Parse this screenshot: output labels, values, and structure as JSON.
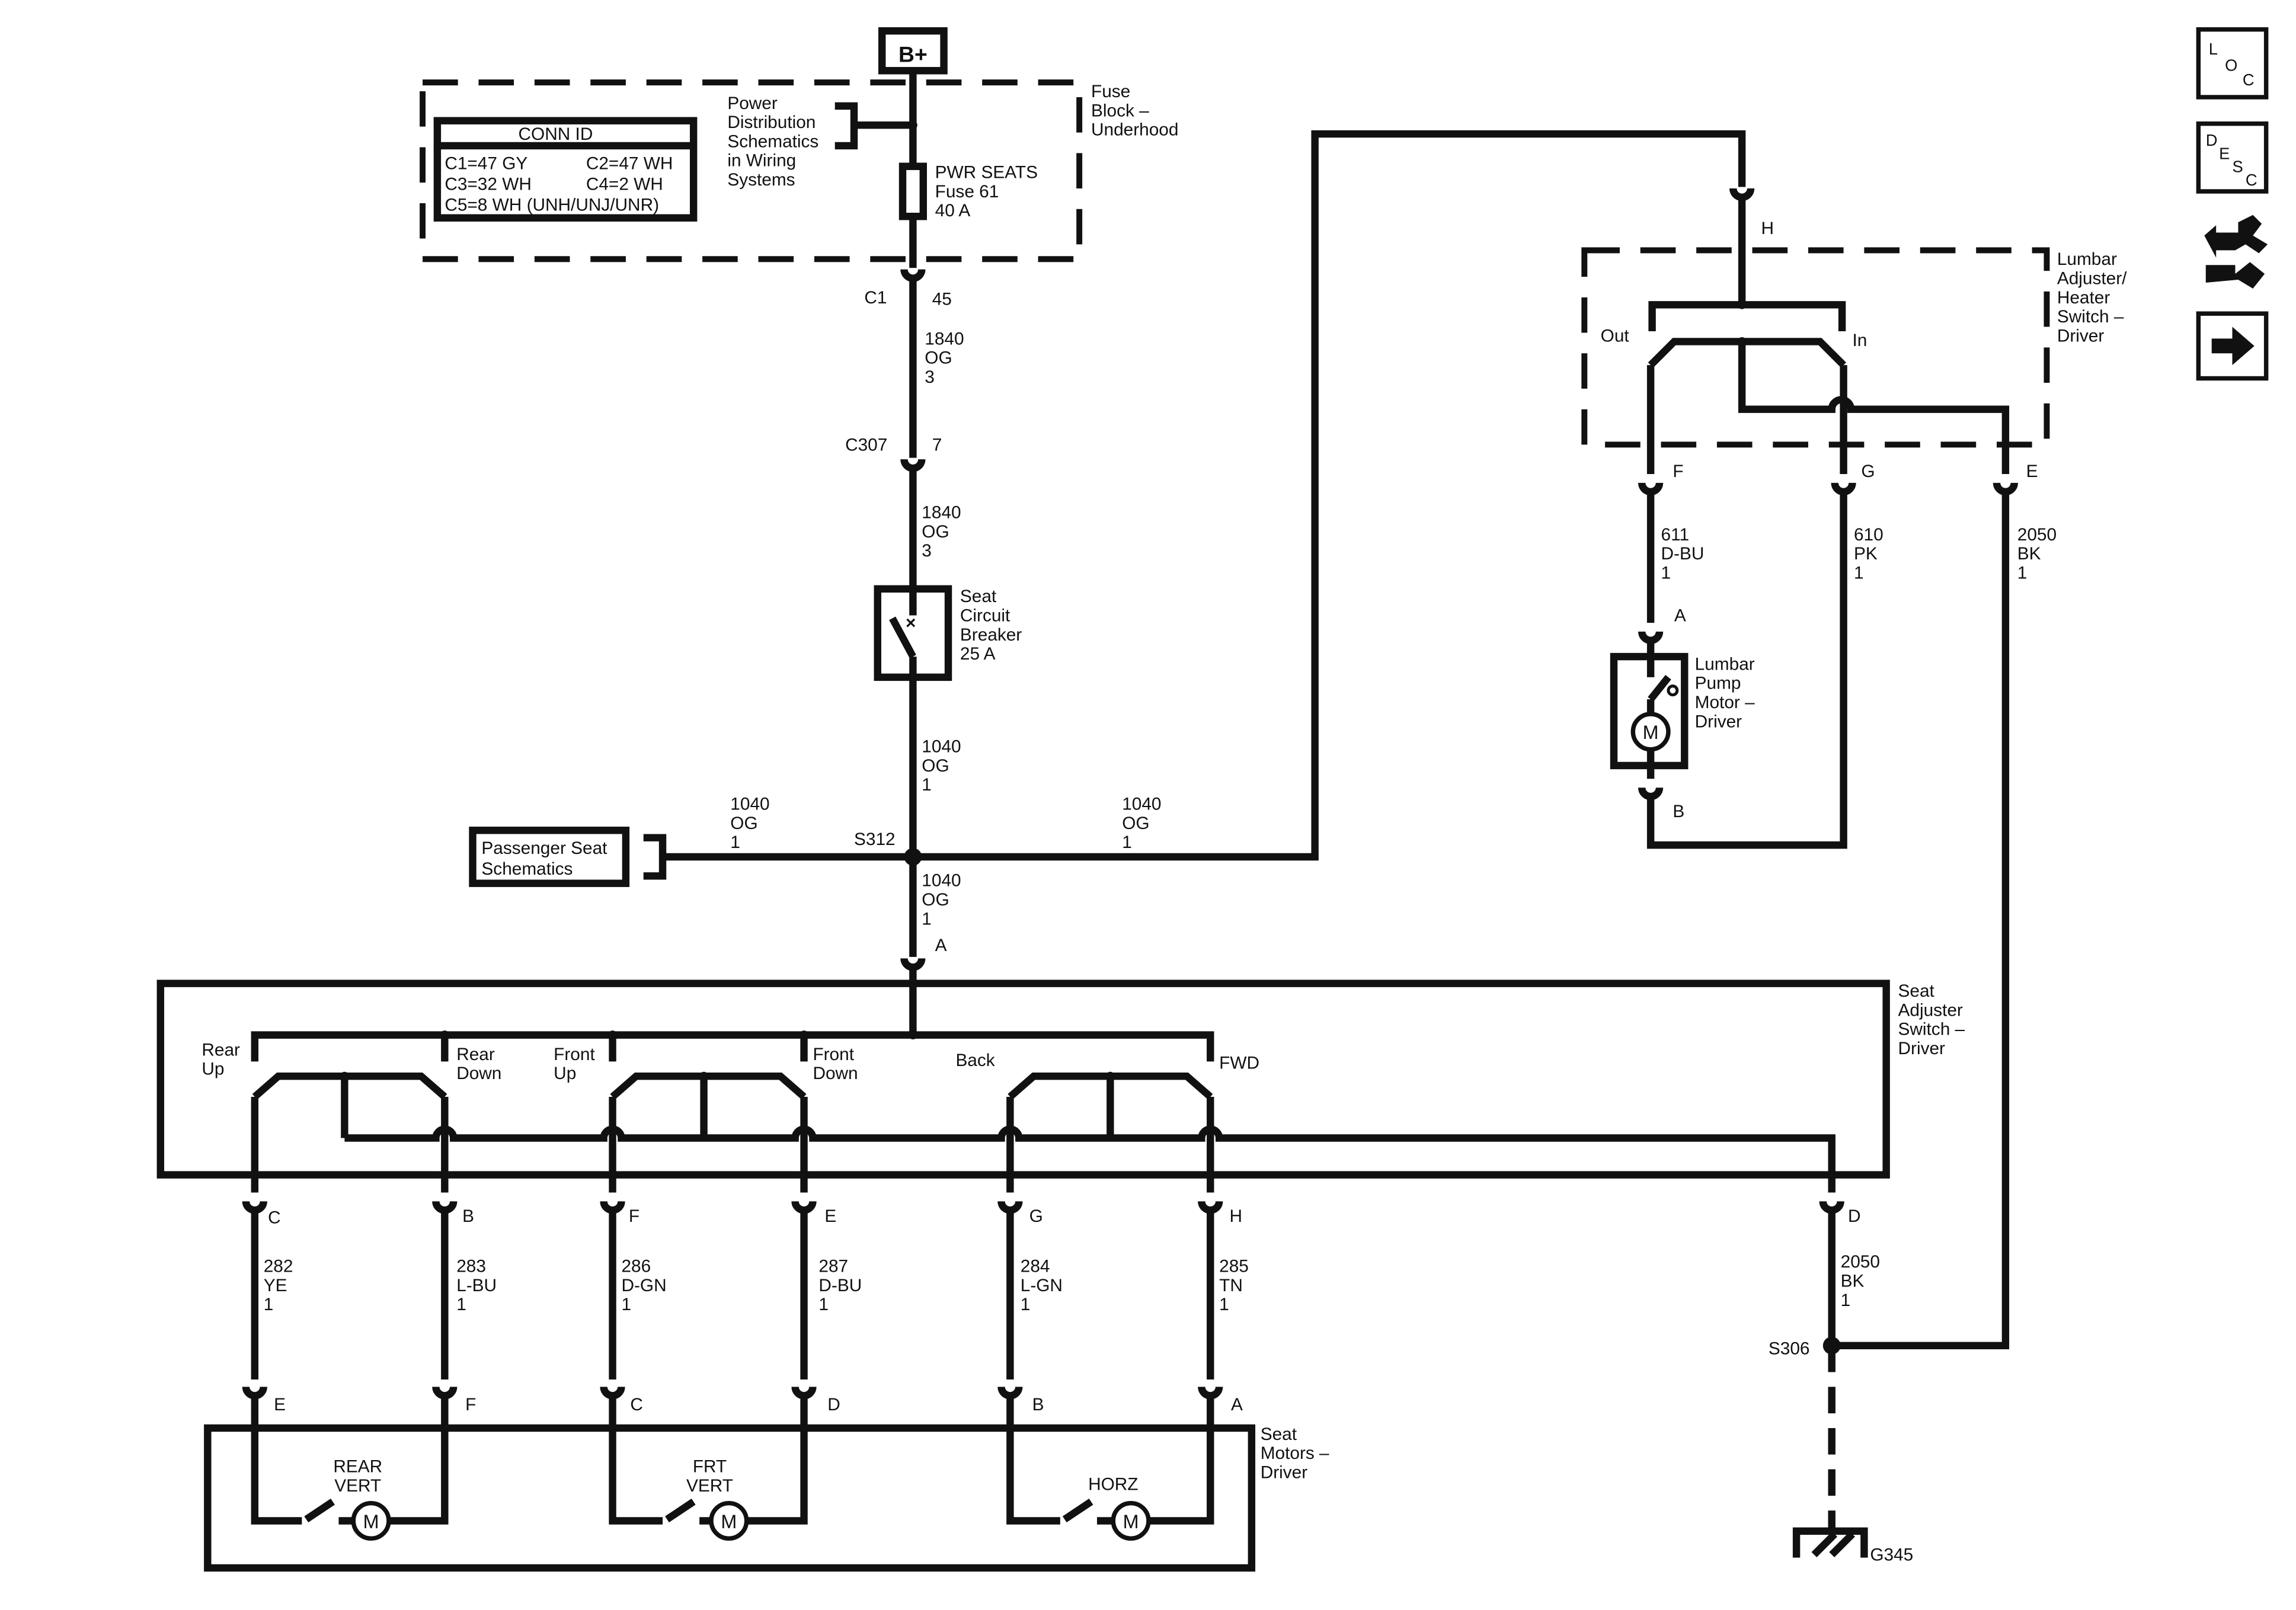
{
  "power": {
    "label": "B+"
  },
  "fuse_block": {
    "label": [
      "Fuse",
      "Block –",
      "Underhood"
    ],
    "conn_id_title": "CONN ID",
    "conn_id_rows": [
      "C1=47 GY",
      "C2=47 WH",
      "C3=32 WH",
      "C4=2 WH",
      "C5=8 WH (UNH/UNJ/UNR)"
    ],
    "power_dist_ref": [
      "Power",
      "Distribution",
      "Schematics",
      "in Wiring",
      "Systems"
    ],
    "fuse": [
      "PWR SEATS",
      "Fuse 61",
      "40 A"
    ]
  },
  "breaker": {
    "label": [
      "Seat",
      "Circuit",
      "Breaker",
      "25 A"
    ]
  },
  "passenger_ref": [
    "Passenger Seat",
    "Schematics"
  ],
  "lumbar_switch": {
    "label": [
      "Lumbar",
      "Adjuster/",
      "Heater",
      "Switch –",
      "Driver"
    ],
    "out_label": "Out",
    "in_label": "In"
  },
  "lumbar_motor": {
    "label": [
      "Lumbar",
      "Pump",
      "Motor –",
      "Driver"
    ]
  },
  "seat_switch": {
    "label": [
      "Seat",
      "Adjuster",
      "Switch –",
      "Driver"
    ],
    "positions": {
      "rear_up": [
        "Rear",
        "Up"
      ],
      "rear_down": [
        "Rear",
        "Down"
      ],
      "front_up": [
        "Front",
        "Up"
      ],
      "front_down": [
        "Front",
        "Down"
      ],
      "back": "Back",
      "fwd": "FWD"
    }
  },
  "seat_motors": {
    "label": [
      "Seat",
      "Motors –",
      "Driver"
    ],
    "rear_vert": [
      "REAR",
      "VERT"
    ],
    "frt_vert": [
      "FRT",
      "VERT"
    ],
    "horz": "HORZ",
    "motor_symbol": "M"
  },
  "connectors": {
    "c1": "C1",
    "c1_pin": "45",
    "c307": "C307",
    "c307_pin": "7",
    "s312": "S312",
    "s306": "S306",
    "g345": "G345",
    "lumbar_h": "H",
    "lumbar_f": "F",
    "lumbar_g": "G",
    "lumbar_e": "E",
    "motor_a": "A",
    "motor_b": "B",
    "switch_a": "A",
    "sw_c": "C",
    "sw_b": "B",
    "sw_f": "F",
    "sw_e": "E",
    "sw_g": "G",
    "sw_h": "H",
    "sw_d": "D",
    "mot_e": "E",
    "mot_f": "F",
    "mot_c": "C",
    "mot_d": "D",
    "mot_b": "B",
    "mot_a": "A"
  },
  "wires": {
    "w1840a": [
      "1840",
      "OG",
      "3"
    ],
    "w1840b": [
      "1840",
      "OG",
      "3"
    ],
    "w1040_breaker": [
      "1040",
      "OG",
      "1"
    ],
    "w1040_left": [
      "1040",
      "OG",
      "1"
    ],
    "w1040_right": [
      "1040",
      "OG",
      "1"
    ],
    "w1040_down": [
      "1040",
      "OG",
      "1"
    ],
    "w611": [
      "611",
      "D-BU",
      "1"
    ],
    "w610": [
      "610",
      "PK",
      "1"
    ],
    "w2050_top": [
      "2050",
      "BK",
      "1"
    ],
    "w2050_bottom": [
      "2050",
      "BK",
      "1"
    ],
    "w282": [
      "282",
      "YE",
      "1"
    ],
    "w283": [
      "283",
      "L-BU",
      "1"
    ],
    "w286": [
      "286",
      "D-GN",
      "1"
    ],
    "w287": [
      "287",
      "D-BU",
      "1"
    ],
    "w284": [
      "284",
      "L-GN",
      "1"
    ],
    "w285": [
      "285",
      "TN",
      "1"
    ]
  },
  "nav_icons": [
    {
      "name": "loc-icon",
      "letters": [
        "L",
        "O",
        "C"
      ]
    },
    {
      "name": "desc-icon",
      "letters": [
        "D",
        "E",
        "S",
        "C"
      ]
    },
    {
      "name": "harness-icon"
    },
    {
      "name": "next-arrow-icon"
    }
  ]
}
